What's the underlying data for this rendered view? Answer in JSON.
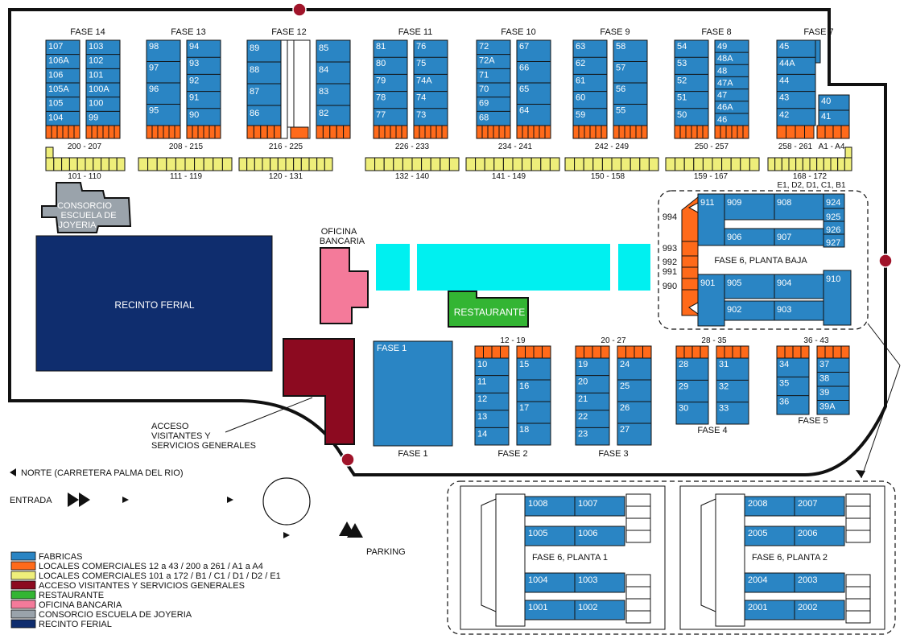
{
  "colors": {
    "fabricas": "#2a85c4",
    "locales_a": "#ff6a1a",
    "locales_b": "#eeee7a",
    "acceso": "#8c0a20",
    "restaurante": "#33b533",
    "oficina": "#f47a9a",
    "consorcio": "#9aa3ab",
    "recinto": "#0f2d6e",
    "plaza": "#00f0f0"
  },
  "phase_labels": [
    "FASE 14",
    "FASE 13",
    "FASE 12",
    "FASE 11",
    "FASE 10",
    "FASE 9",
    "FASE 8",
    "FASE 7"
  ],
  "top_blocks": [
    {
      "left": [
        "107",
        "106A",
        "106",
        "105A",
        "105",
        "104"
      ],
      "right": [
        "103",
        "102",
        "101",
        "100A",
        "100",
        "99"
      ]
    },
    {
      "left": [
        "98",
        "97",
        "96",
        "95"
      ],
      "right": [
        "94",
        "93",
        "92",
        "91",
        "90"
      ]
    },
    {
      "left": [
        "89",
        "88",
        "87",
        "86"
      ],
      "right": [
        "85",
        "84",
        "83",
        "82"
      ]
    },
    {
      "left": [
        "81",
        "80",
        "79",
        "78",
        "77"
      ],
      "right": [
        "76",
        "75",
        "74A",
        "74",
        "73"
      ]
    },
    {
      "left": [
        "72",
        "72A",
        "71",
        "70",
        "69",
        "68"
      ],
      "right": [
        "67",
        "66",
        "65",
        "64"
      ]
    },
    {
      "left": [
        "63",
        "62",
        "61",
        "60",
        "59"
      ],
      "right": [
        "58",
        "57",
        "56",
        "55"
      ]
    },
    {
      "left": [
        "54",
        "53",
        "52",
        "51",
        "50"
      ],
      "right": [
        "49",
        "48A",
        "48",
        "47A",
        "47",
        "46A",
        "46"
      ]
    },
    {
      "left": [
        "45",
        "44A",
        "44",
        "43",
        "42"
      ],
      "right": [
        "40",
        "41"
      ]
    }
  ],
  "orange_ranges": [
    "200 - 207",
    "208 - 215",
    "216 - 225",
    "226 - 233",
    "234 - 241",
    "242 - 249",
    "250 - 257",
    "258 - 261",
    "A1 - A4"
  ],
  "yellow_ranges": [
    "101 - 110",
    "111 - 119",
    "120 - 131",
    "132 - 140",
    "141 - 149",
    "150 - 158",
    "159 - 167",
    "168 - 172"
  ],
  "yellow_extra": "E1, D2, D1, C1, B1",
  "consorcio": [
    "CONSORCIO",
    "ESCUELA DE",
    "JOYERIA"
  ],
  "recinto_ferial": "RECINTO FERIAL",
  "oficina": [
    "OFICINA",
    "BANCARIA"
  ],
  "restaurante": "RESTAURANTE",
  "fase6_baja": {
    "title": "FASE 6, PLANTA BAJA",
    "left_nums": [
      "994",
      "993",
      "992",
      "991",
      "990"
    ],
    "units": [
      "911",
      "909",
      "908",
      "924",
      "925",
      "926",
      "927",
      "906",
      "907",
      "901",
      "905",
      "904",
      "910",
      "902",
      "903"
    ]
  },
  "fase1": {
    "inner": "FASE 1",
    "outer": "FASE 1"
  },
  "lower_ranges": [
    "12 - 19",
    "20 - 27",
    "28 - 35",
    "36 - 43"
  ],
  "fase2": {
    "label": "FASE 2",
    "left": [
      "10",
      "11",
      "12",
      "13",
      "14"
    ],
    "right": [
      "15",
      "16",
      "17",
      "18"
    ]
  },
  "fase3": {
    "label": "FASE 3",
    "left": [
      "19",
      "20",
      "21",
      "22",
      "23"
    ],
    "right": [
      "24",
      "25",
      "26",
      "27"
    ]
  },
  "fase4": {
    "label": "FASE 4",
    "left": [
      "28",
      "29",
      "30"
    ],
    "right": [
      "31",
      "32",
      "33"
    ]
  },
  "fase5": {
    "label": "FASE 5",
    "left": [
      "34",
      "35",
      "36"
    ],
    "right": [
      "37",
      "38",
      "39",
      "39A"
    ]
  },
  "acceso_label": [
    "ACCESO",
    "VISITANTES Y",
    "SERVICIOS GENERALES"
  ],
  "norte": "NORTE (CARRETERA PALMA DEL RIO)",
  "entrada": "ENTRADA",
  "parking": "PARKING",
  "fase6_p1": {
    "title": "FASE 6,  PLANTA 1",
    "units": [
      "1008",
      "1007",
      "1005",
      "1006",
      "1004",
      "1003",
      "1001",
      "1002"
    ]
  },
  "fase6_p2": {
    "title": "FASE 6,  PLANTA 2",
    "units": [
      "2008",
      "2007",
      "2005",
      "2006",
      "2004",
      "2003",
      "2001",
      "2002"
    ]
  },
  "legend": [
    {
      "label": "FABRICAS",
      "color": "#2a85c4"
    },
    {
      "label": "LOCALES COMERCIALES 12 a 43 / 200 a 261 / A1 a A4",
      "color": "#ff6a1a"
    },
    {
      "label": "LOCALES COMERCIALES 101 a 172 / B1 / C1 / D1 / D2 / E1",
      "color": "#eeee7a"
    },
    {
      "label": "ACCESO VISITANTES Y SERVICIOS GENERALES",
      "color": "#8c0a20"
    },
    {
      "label": "RESTAURANTE",
      "color": "#33b533"
    },
    {
      "label": "OFICINA BANCARIA",
      "color": "#f47a9a"
    },
    {
      "label": "CONSORCIO ESCUELA DE JOYERIA",
      "color": "#9aa3ab"
    },
    {
      "label": "RECINTO FERIAL",
      "color": "#0f2d6e"
    }
  ]
}
